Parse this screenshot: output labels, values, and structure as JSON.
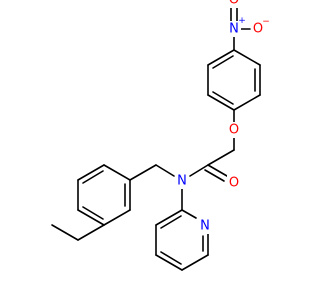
{
  "molecule": {
    "colors": {
      "bond": "#000000",
      "oxygen": "#ff0000",
      "nitrogen": "#0000ff"
    },
    "atoms": {
      "nitro_n": {
        "label": "N",
        "charge": "+"
      },
      "nitro_o_top": {
        "label": "O"
      },
      "nitro_o_right": {
        "label": "O",
        "charge": "−"
      },
      "ether_o": {
        "label": "O"
      },
      "carbonyl_o": {
        "label": "O"
      },
      "amide_n": {
        "label": "N"
      },
      "pyridine_n": {
        "label": "N"
      }
    }
  }
}
